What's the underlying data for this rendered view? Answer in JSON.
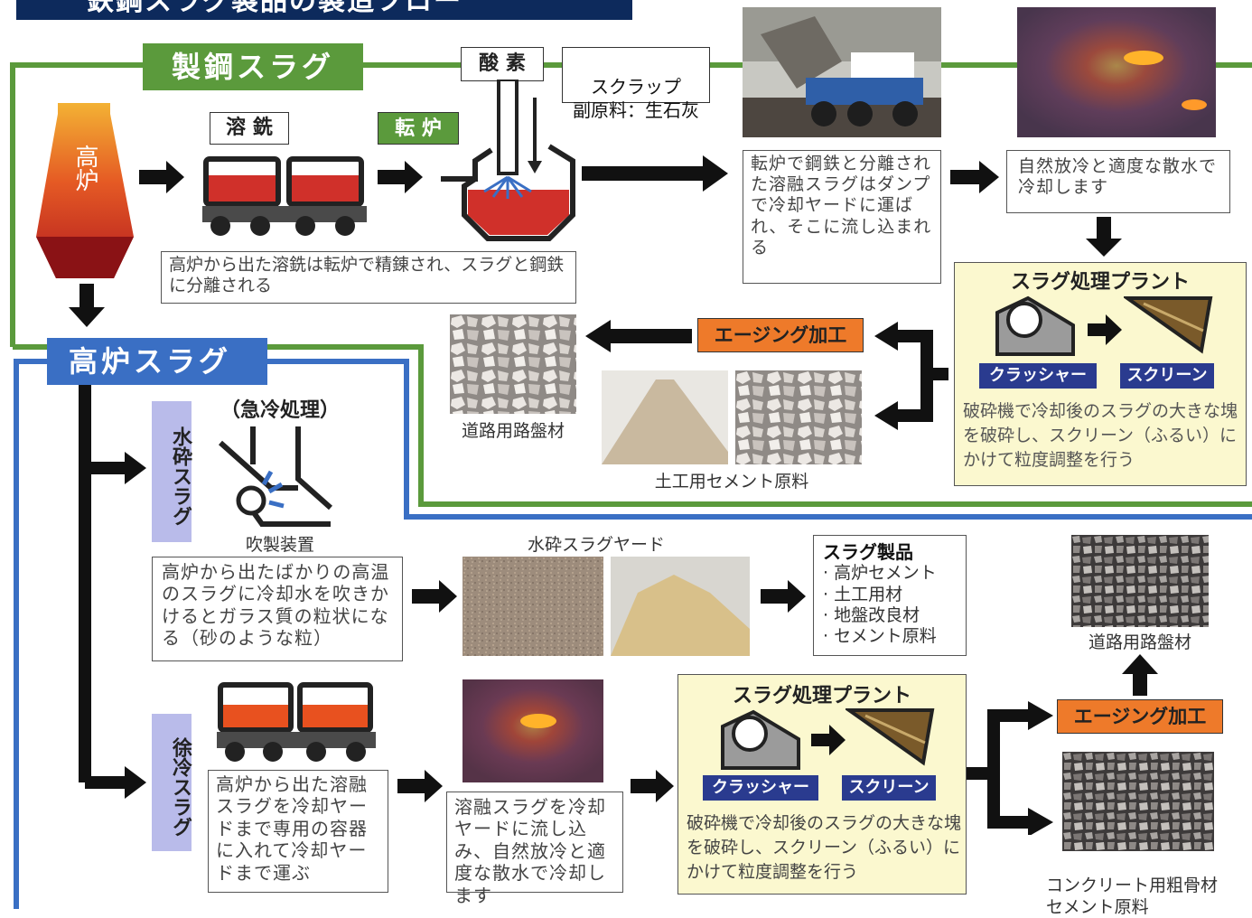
{
  "header": {
    "title": "鉄鋼スラグ製品の製造フロー"
  },
  "colors": {
    "steel_line": "#5b9a3c",
    "blast_line": "#3a6fc4",
    "navy": "#0d2a5c",
    "aging": "#ee7a2a",
    "plant_bg": "#fbf8cf",
    "vertical_tag": "#b9bbea",
    "slag_red": "#d0302a"
  },
  "steel": {
    "title": "製鋼スラグ",
    "furnace": "高炉",
    "molten_iron": "溶 銑",
    "converter": "転 炉",
    "oxygen": "酸 素",
    "scrap": "スクラップ\n副原料：生石灰",
    "refine_note": "高炉から出た溶銑は転炉で精錬され、スラグと鋼鉄に分離される",
    "dump_note": "転炉で鋼鉄と分離された溶融スラグはダンプで冷却ヤードに運ばれ、そこに流し込まれる",
    "cool_note": "自然放冷と適度な散水で冷却します",
    "plant_title": "スラグ処理プラント",
    "crusher": "クラッシャー",
    "screen": "スクリーン",
    "plant_note": "破砕機で冷却後のスラグの大きな塊を破砕し、スクリーン（ふるい）にかけて粒度調整を行う",
    "aging": "エージング加工",
    "road_base": "道路用路盤材",
    "civil_cement": "土工用セメント原料"
  },
  "blast": {
    "title": "高炉スラグ",
    "water_tag": "水砕スラグ",
    "quench": "（急冷処理）",
    "blower": "吹製装置",
    "water_note": "高炉から出たばかりの高温のスラグに冷却水を吹きかけるとガラス質の粒状になる（砂のような粒）",
    "yard": "水砕スラグヤード",
    "products_title": "スラグ製品",
    "products": [
      "· 高炉セメント",
      "· 土工用材",
      "· 地盤改良材",
      "· セメント原料"
    ],
    "slow_tag": "徐冷スラグ",
    "slow_note1": "高炉から出た溶融スラグを冷却ヤードまで専用の容器に入れて冷却ヤードまで運ぶ",
    "slow_note2": "溶融スラグを冷却ヤードに流し込み、自然放冷と適度な散水で冷却します",
    "plant_title": "スラグ処理プラント",
    "crusher": "クラッシャー",
    "screen": "スクリーン",
    "plant_note": "破砕機で冷却後のスラグの大きな塊を破砕し、スクリーン（ふるい）にかけて粒度調整を行う",
    "aging": "エージング加工",
    "road_base": "道路用路盤材",
    "concrete": "コンクリート用粗骨材\nセメント原料"
  }
}
